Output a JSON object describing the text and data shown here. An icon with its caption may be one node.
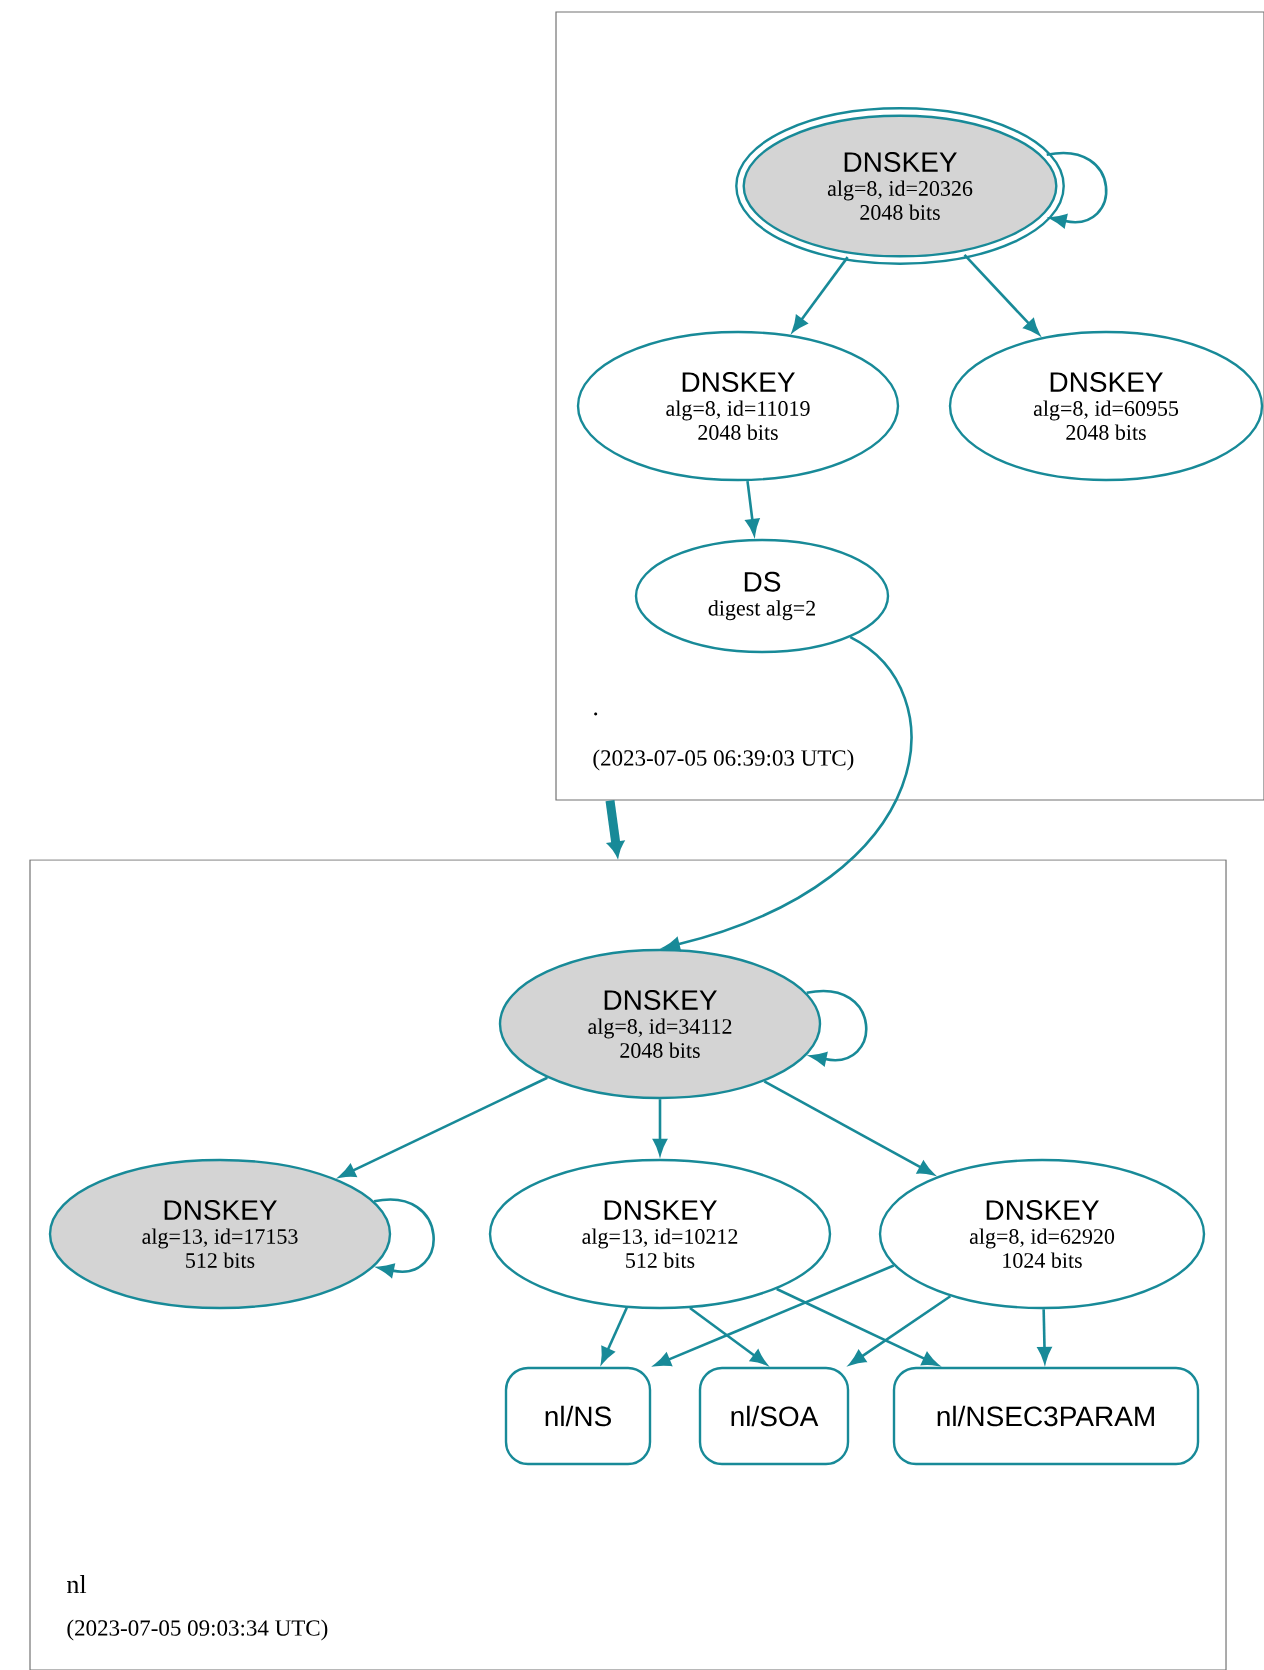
{
  "diagram": {
    "nodes": [
      {
        "text": [
          ".",
          "(2023-07-05 06:39:03 UTC)"
        ]
      },
      {
        "text": [
          "DNSKEY",
          "alg=8, id=20326",
          "2048 bits"
        ],
        "in": 0
      },
      {
        "text": [
          "DNSKEY",
          "alg=8, id=11019",
          "2048 bits"
        ],
        "in": 0
      },
      {
        "text": [
          "DNSKEY",
          "alg=8, id=60955",
          "2048 bits"
        ],
        "in": 0
      },
      {
        "text": [
          "DS",
          "digest alg=2"
        ],
        "in": 0
      },
      {
        "text": [
          "nl",
          "(2023-07-05 09:03:34 UTC)"
        ]
      },
      {
        "text": [
          "DNSKEY",
          "alg=8, id=34112",
          "2048 bits"
        ],
        "in": 5
      },
      {
        "text": [
          "DNSKEY",
          "alg=13, id=17153",
          "512 bits"
        ],
        "in": 5
      },
      {
        "text": [
          "DNSKEY",
          "alg=13, id=10212",
          "512 bits"
        ],
        "in": 5
      },
      {
        "text": [
          "DNSKEY",
          "alg=8, id=62920",
          "1024 bits"
        ],
        "in": 5
      },
      {
        "text": [
          "nl/NS"
        ],
        "in": 5
      },
      {
        "text": [
          "nl/SOA"
        ],
        "in": 5
      },
      {
        "text": [
          "nl/NSEC3PARAM"
        ],
        "in": 5
      }
    ],
    "edges": [
      {
        "from": 1,
        "to": 1,
        "arrow": "to"
      },
      {
        "from": 1,
        "to": 2,
        "arrow": "to"
      },
      {
        "from": 1,
        "to": 3,
        "arrow": "to"
      },
      {
        "from": 2,
        "to": 4,
        "arrow": "to"
      },
      {
        "from": 4,
        "to": 6,
        "arrow": "to"
      },
      {
        "from": 0,
        "to": 5,
        "arrow": "to",
        "style": "thick"
      },
      {
        "from": 6,
        "to": 6,
        "arrow": "to"
      },
      {
        "from": 6,
        "to": 7,
        "arrow": "to"
      },
      {
        "from": 6,
        "to": 8,
        "arrow": "to"
      },
      {
        "from": 6,
        "to": 9,
        "arrow": "to"
      },
      {
        "from": 7,
        "to": 7,
        "arrow": "to"
      },
      {
        "from": 8,
        "to": 10,
        "arrow": "to"
      },
      {
        "from": 8,
        "to": 11,
        "arrow": "to"
      },
      {
        "from": 8,
        "to": 12,
        "arrow": "to"
      },
      {
        "from": 9,
        "to": 10,
        "arrow": "to"
      },
      {
        "from": 9,
        "to": 11,
        "arrow": "to"
      },
      {
        "from": 9,
        "to": 12,
        "arrow": "to"
      }
    ]
  }
}
